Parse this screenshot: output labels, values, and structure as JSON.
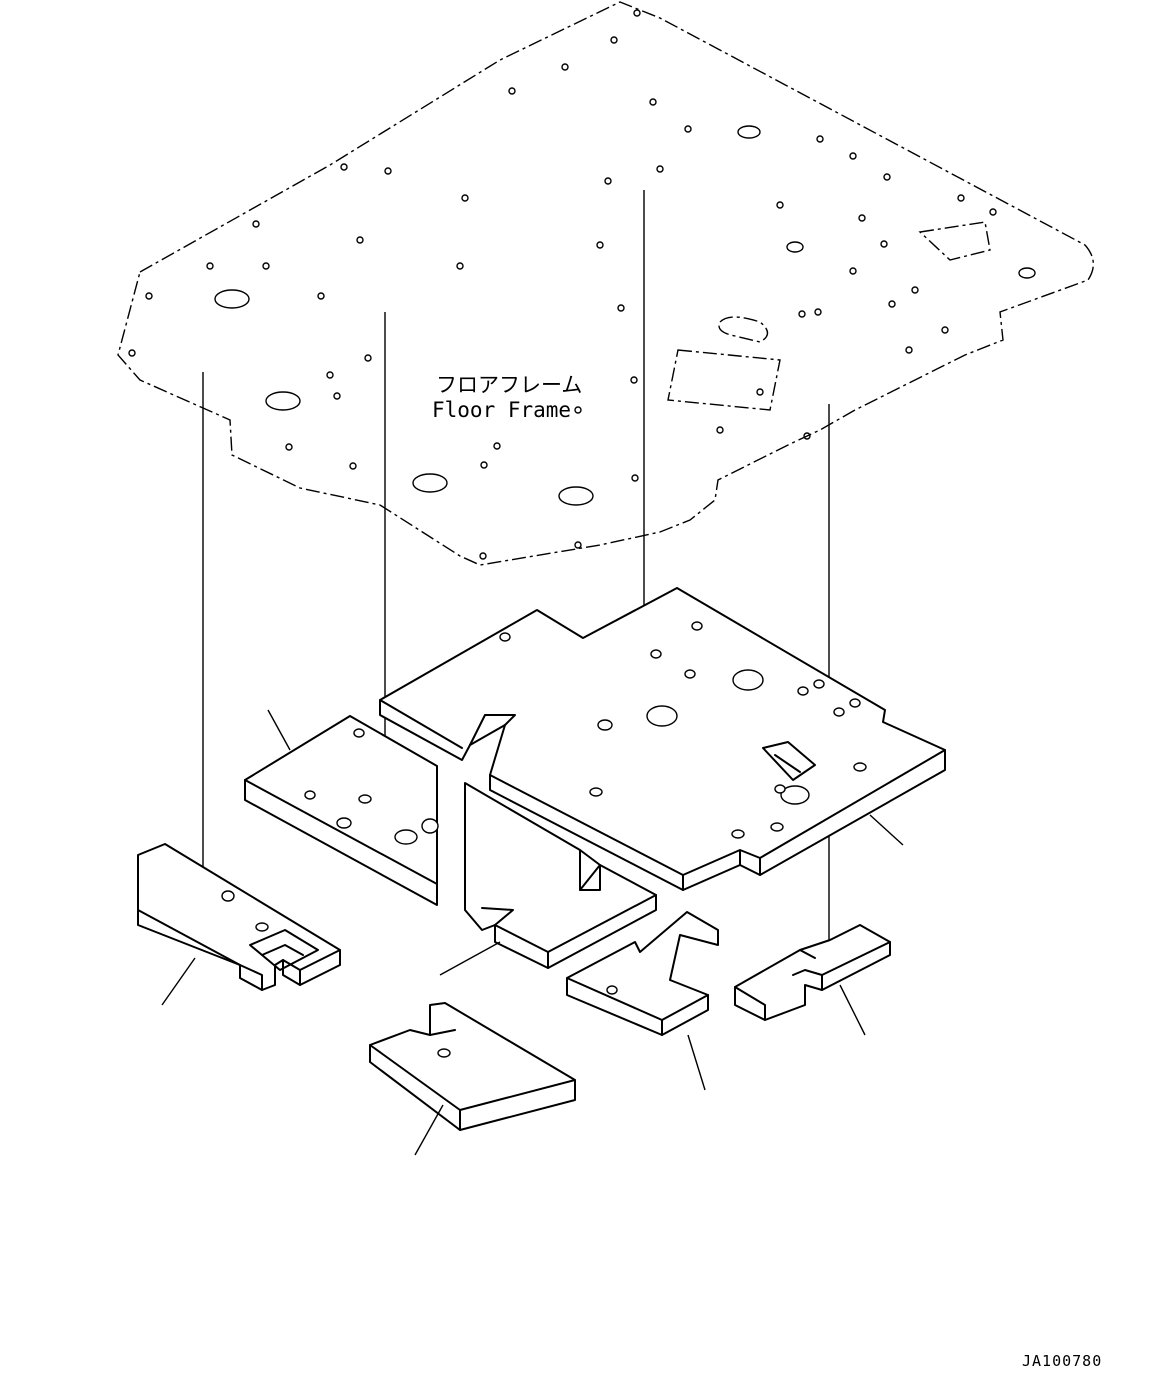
{
  "labels": {
    "floor_frame_jp": "フロアフレーム",
    "floor_frame_en": "Floor Frame",
    "drawing_code": "JA100780"
  }
}
